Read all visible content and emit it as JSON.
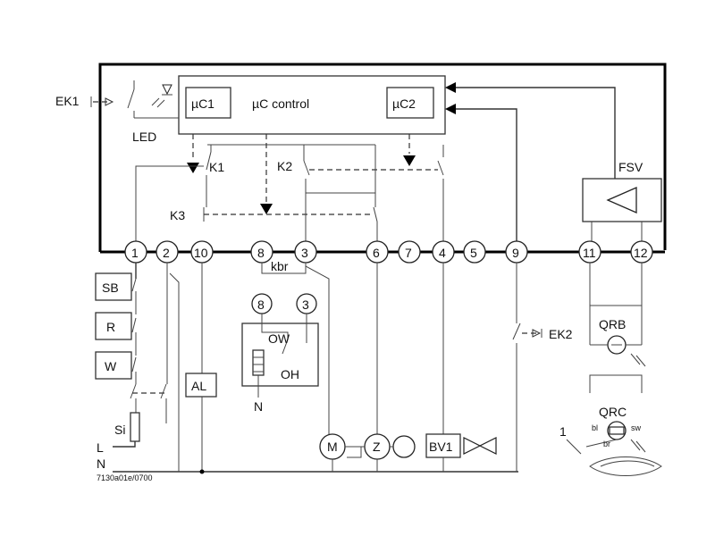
{
  "title": "",
  "labels": {
    "ek1": "EK1",
    "led": "LED",
    "uc1": "µC1",
    "uc_control": "µC control",
    "uc2": "µC2",
    "k1": "K1",
    "k2": "K2",
    "k3": "K3",
    "fsv": "FSV",
    "kbr": "kbr",
    "sb": "SB",
    "r": "R",
    "w": "W",
    "al": "AL",
    "si": "Si",
    "l": "L",
    "n_main": "N",
    "ow": "OW",
    "oh": "OH",
    "n_heater": "N",
    "ek2": "EK2",
    "qrb": "QRB",
    "qrc": "QRC",
    "bl": "bl",
    "sw": "sw",
    "br": "br",
    "one": "1",
    "m": "M",
    "z": "Z",
    "bv1": "BV1",
    "code": "7130a01e/0700",
    "heater_t8": "8",
    "heater_t3": "3"
  },
  "terminals": [
    "1",
    "2",
    "10",
    "8",
    "3",
    "6",
    "7",
    "4",
    "5",
    "9",
    "11",
    "12"
  ]
}
